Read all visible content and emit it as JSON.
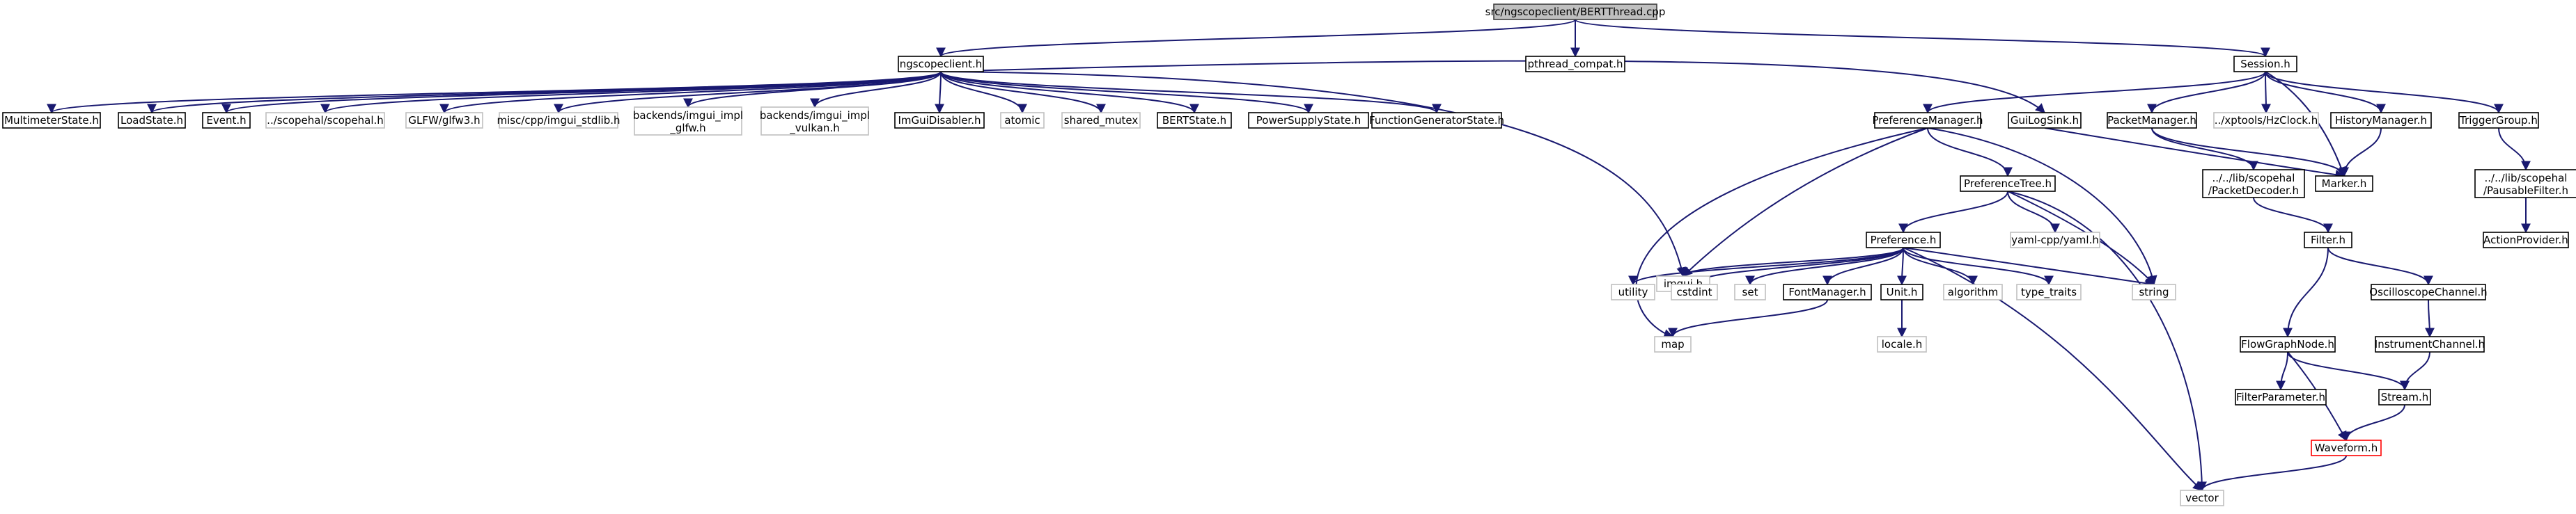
{
  "diagram": {
    "type": "include-dependency-graph",
    "colors": {
      "edge": "#191970",
      "node_border": "#000000",
      "external_border": "#bfbfbf",
      "root_fill": "#bfbfbf",
      "root_border": "#404040",
      "highlight_border": "#ff0000",
      "background": "#ffffff"
    },
    "nodes": [
      {
        "id": "root",
        "label": "src/ngscopeclient/BERTThread.cpp",
        "style": "root"
      },
      {
        "id": "ngscopeclient",
        "label": "ngscopeclient.h",
        "style": "normal"
      },
      {
        "id": "pthread",
        "label": "pthread_compat.h",
        "style": "normal"
      },
      {
        "id": "session",
        "label": "Session.h",
        "style": "normal"
      },
      {
        "id": "multimeter",
        "label": "MultimeterState.h",
        "style": "normal"
      },
      {
        "id": "loadstate",
        "label": "LoadState.h",
        "style": "normal"
      },
      {
        "id": "event",
        "label": "Event.h",
        "style": "normal"
      },
      {
        "id": "scopehal",
        "label": "../scopehal/scopehal.h",
        "style": "external"
      },
      {
        "id": "glfw",
        "label": "GLFW/glfw3.h",
        "style": "external"
      },
      {
        "id": "stdlib",
        "label": "misc/cpp/imgui_stdlib.h",
        "style": "external"
      },
      {
        "id": "implglfw",
        "label": [
          "backends/imgui_impl",
          "_glfw.h"
        ],
        "style": "external"
      },
      {
        "id": "implvulkan",
        "label": [
          "backends/imgui_impl",
          "_vulkan.h"
        ],
        "style": "external"
      },
      {
        "id": "imguidisabler",
        "label": "ImGuiDisabler.h",
        "style": "normal"
      },
      {
        "id": "atomic",
        "label": "atomic",
        "style": "external"
      },
      {
        "id": "sharedmutex",
        "label": "shared_mutex",
        "style": "external"
      },
      {
        "id": "bertstate",
        "label": "BERTState.h",
        "style": "normal"
      },
      {
        "id": "powersupply",
        "label": "PowerSupplyState.h",
        "style": "normal"
      },
      {
        "id": "funcgen",
        "label": "FunctionGeneratorState.h",
        "style": "normal"
      },
      {
        "id": "imgui",
        "label": "imgui.h",
        "style": "external"
      },
      {
        "id": "guilogsink",
        "label": "GuiLogSink.h",
        "style": "normal"
      },
      {
        "id": "prefmanager",
        "label": "PreferenceManager.h",
        "style": "normal"
      },
      {
        "id": "packetmanager",
        "label": "PacketManager.h",
        "style": "normal"
      },
      {
        "id": "hzclock",
        "label": "../xptools/HzClock.h",
        "style": "external"
      },
      {
        "id": "historymanager",
        "label": "HistoryManager.h",
        "style": "normal"
      },
      {
        "id": "triggergroup",
        "label": "TriggerGroup.h",
        "style": "normal"
      },
      {
        "id": "preftree",
        "label": "PreferenceTree.h",
        "style": "normal"
      },
      {
        "id": "packetdecoder",
        "label": [
          "../../lib/scopehal",
          "/PacketDecoder.h"
        ],
        "style": "normal"
      },
      {
        "id": "marker",
        "label": "Marker.h",
        "style": "normal"
      },
      {
        "id": "pausable",
        "label": [
          "../../lib/scopehal",
          "/PausableFilter.h"
        ],
        "style": "normal"
      },
      {
        "id": "yamlcpp",
        "label": "yaml-cpp/yaml.h",
        "style": "external"
      },
      {
        "id": "preference",
        "label": "Preference.h",
        "style": "normal"
      },
      {
        "id": "actionprovider",
        "label": "ActionProvider.h",
        "style": "normal"
      },
      {
        "id": "filter",
        "label": "Filter.h",
        "style": "normal"
      },
      {
        "id": "utility",
        "label": "utility",
        "style": "external"
      },
      {
        "id": "cstdint",
        "label": "cstdint",
        "style": "external"
      },
      {
        "id": "set",
        "label": "set",
        "style": "external"
      },
      {
        "id": "fontmanager",
        "label": "FontManager.h",
        "style": "normal"
      },
      {
        "id": "unit",
        "label": "Unit.h",
        "style": "normal"
      },
      {
        "id": "algorithm",
        "label": "algorithm",
        "style": "external"
      },
      {
        "id": "typetraits",
        "label": "type_traits",
        "style": "external"
      },
      {
        "id": "string",
        "label": "string",
        "style": "external"
      },
      {
        "id": "osciloscopechannel",
        "label": "OscilloscopeChannel.h",
        "style": "normal"
      },
      {
        "id": "map",
        "label": "map",
        "style": "external"
      },
      {
        "id": "locale",
        "label": "locale.h",
        "style": "external"
      },
      {
        "id": "flowgraphnode",
        "label": "FlowGraphNode.h",
        "style": "normal"
      },
      {
        "id": "instrumentchannel",
        "label": "InstrumentChannel.h",
        "style": "normal"
      },
      {
        "id": "filterparameter",
        "label": "FilterParameter.h",
        "style": "normal"
      },
      {
        "id": "stream",
        "label": "Stream.h",
        "style": "normal"
      },
      {
        "id": "waveform",
        "label": "Waveform.h",
        "style": "highlight"
      },
      {
        "id": "vector",
        "label": "vector",
        "style": "external"
      }
    ],
    "edges": [
      {
        "from": "root",
        "to": "ngscopeclient"
      },
      {
        "from": "root",
        "to": "pthread"
      },
      {
        "from": "root",
        "to": "session"
      },
      {
        "from": "ngscopeclient",
        "to": "multimeter"
      },
      {
        "from": "ngscopeclient",
        "to": "loadstate"
      },
      {
        "from": "ngscopeclient",
        "to": "event"
      },
      {
        "from": "ngscopeclient",
        "to": "scopehal"
      },
      {
        "from": "ngscopeclient",
        "to": "glfw"
      },
      {
        "from": "ngscopeclient",
        "to": "stdlib"
      },
      {
        "from": "ngscopeclient",
        "to": "implglfw"
      },
      {
        "from": "ngscopeclient",
        "to": "implvulkan"
      },
      {
        "from": "ngscopeclient",
        "to": "imguidisabler"
      },
      {
        "from": "ngscopeclient",
        "to": "atomic"
      },
      {
        "from": "ngscopeclient",
        "to": "sharedmutex"
      },
      {
        "from": "ngscopeclient",
        "to": "bertstate"
      },
      {
        "from": "ngscopeclient",
        "to": "powersupply"
      },
      {
        "from": "ngscopeclient",
        "to": "funcgen"
      },
      {
        "from": "ngscopeclient",
        "to": "imgui"
      },
      {
        "from": "ngscopeclient",
        "to": "guilogsink"
      },
      {
        "from": "session",
        "to": "prefmanager"
      },
      {
        "from": "session",
        "to": "packetmanager"
      },
      {
        "from": "session",
        "to": "hzclock"
      },
      {
        "from": "session",
        "to": "historymanager"
      },
      {
        "from": "session",
        "to": "marker"
      },
      {
        "from": "session",
        "to": "triggergroup"
      },
      {
        "from": "guilogsink",
        "to": "marker"
      },
      {
        "from": "prefmanager",
        "to": "preftree"
      },
      {
        "from": "prefmanager",
        "to": "imgui"
      },
      {
        "from": "prefmanager",
        "to": "map"
      },
      {
        "from": "prefmanager",
        "to": "string"
      },
      {
        "from": "packetmanager",
        "to": "packetdecoder"
      },
      {
        "from": "packetmanager",
        "to": "marker"
      },
      {
        "from": "historymanager",
        "to": "marker"
      },
      {
        "from": "triggergroup",
        "to": "pausable"
      },
      {
        "from": "pausable",
        "to": "actionprovider"
      },
      {
        "from": "preftree",
        "to": "preference"
      },
      {
        "from": "preftree",
        "to": "yamlcpp"
      },
      {
        "from": "preftree",
        "to": "string"
      },
      {
        "from": "preftree",
        "to": "vector"
      },
      {
        "from": "packetdecoder",
        "to": "filter"
      },
      {
        "from": "preference",
        "to": "imgui"
      },
      {
        "from": "preference",
        "to": "utility"
      },
      {
        "from": "preference",
        "to": "cstdint"
      },
      {
        "from": "preference",
        "to": "set"
      },
      {
        "from": "preference",
        "to": "fontmanager"
      },
      {
        "from": "preference",
        "to": "unit"
      },
      {
        "from": "preference",
        "to": "algorithm"
      },
      {
        "from": "preference",
        "to": "typetraits"
      },
      {
        "from": "preference",
        "to": "string"
      },
      {
        "from": "preference",
        "to": "vector"
      },
      {
        "from": "fontmanager",
        "to": "map"
      },
      {
        "from": "unit",
        "to": "locale"
      },
      {
        "from": "filter",
        "to": "osciloscopechannel"
      },
      {
        "from": "filter",
        "to": "flowgraphnode"
      },
      {
        "from": "osciloscopechannel",
        "to": "instrumentchannel"
      },
      {
        "from": "instrumentchannel",
        "to": "stream"
      },
      {
        "from": "flowgraphnode",
        "to": "filterparameter"
      },
      {
        "from": "flowgraphnode",
        "to": "stream"
      },
      {
        "from": "flowgraphnode",
        "to": "waveform"
      },
      {
        "from": "stream",
        "to": "waveform"
      },
      {
        "from": "waveform",
        "to": "vector"
      }
    ]
  }
}
